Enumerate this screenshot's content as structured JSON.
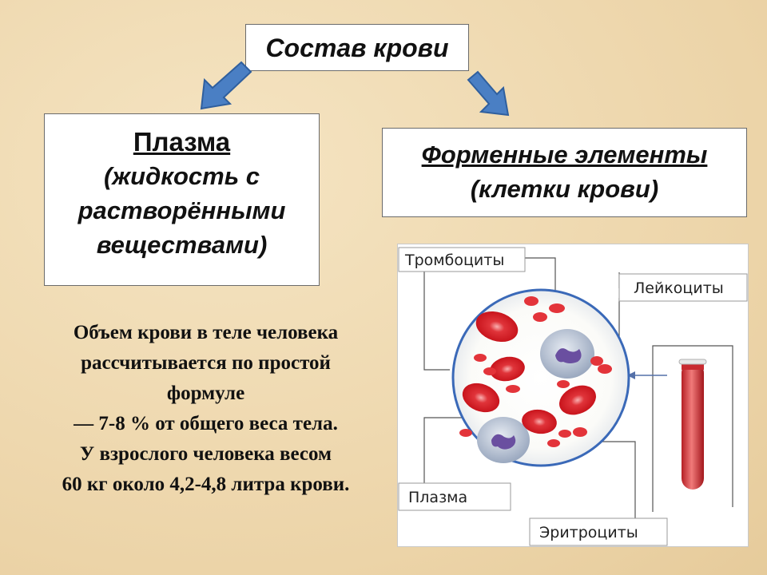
{
  "title": "Состав крови",
  "plasma": {
    "heading": "Плазма",
    "description": "(жидкость с растворёнными веществами)"
  },
  "formed_elements": {
    "heading": "Форменные элементы",
    "description": "(клетки крови)"
  },
  "volume_info": {
    "line1": "Объем крови в теле человека",
    "line2": "рассчитывается по простой",
    "line3": "формуле",
    "line4": "— 7-8 % от общего веса тела.",
    "line5": "У взрослого человека весом",
    "line6": "60 кг около 4,2-4,8 литра крови."
  },
  "diagram": {
    "labels": {
      "platelets": "Тромбоциты",
      "leukocytes": "Лейкоциты",
      "plasma": "Плазма",
      "erythrocytes": "Эритроциты"
    }
  },
  "colors": {
    "background": "#f1ddb5",
    "arrow": "#4a7fc4",
    "red_cell": "#d8232a",
    "leukocyte": "#b7c3d6"
  }
}
